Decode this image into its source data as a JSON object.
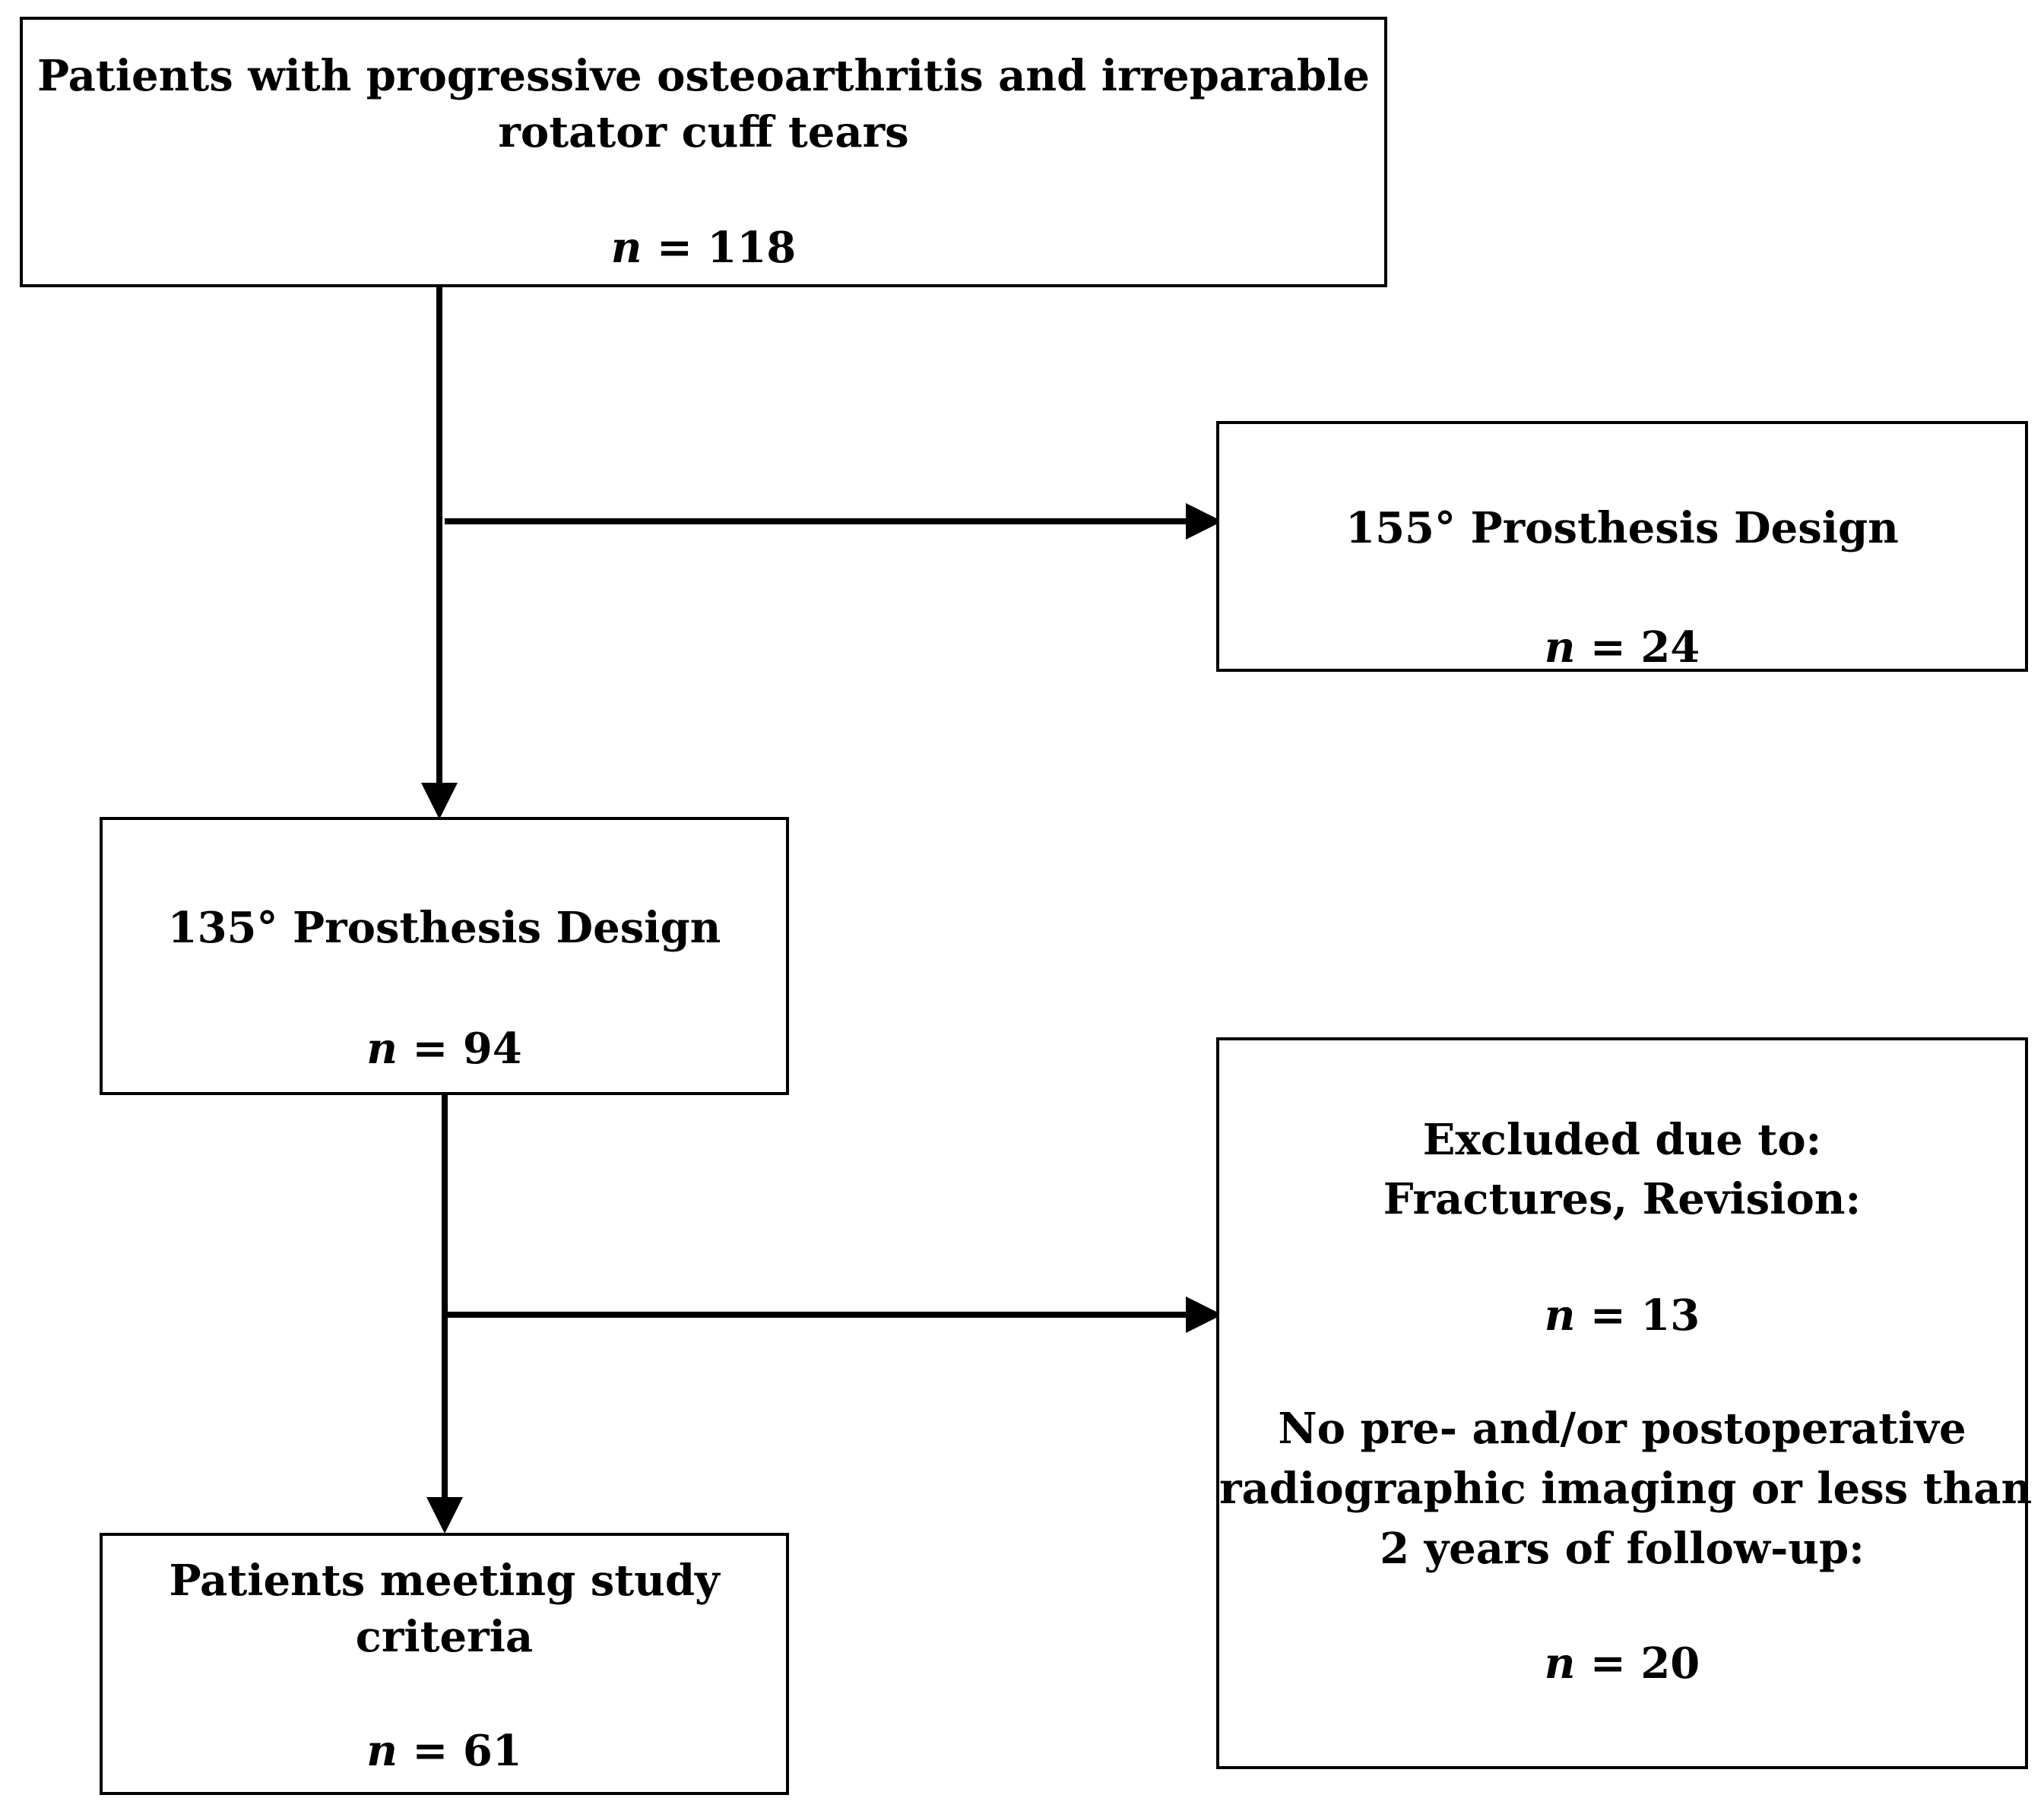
{
  "boxes": {
    "initial": {
      "title_line1": "Patients with progressive osteoarthritis and irreparable",
      "title_line2": "rotator cuff tears",
      "n_label": "n",
      "n_value": "= 118"
    },
    "design155": {
      "title": "155° Prosthesis Design",
      "n_label": "n",
      "n_value": "= 24"
    },
    "design135": {
      "title": "135° Prosthesis Design",
      "n_label": "n",
      "n_value": "= 94"
    },
    "excluded": {
      "header_line1": "Excluded due to:",
      "header_line2": "Fractures, Revision:",
      "n1_label": "n",
      "n1_value": "= 13",
      "reason_line1": "No pre- and/or postoperative",
      "reason_line2": "radiographic imaging or less than",
      "reason_line3": "2 years of follow-up:",
      "n2_label": "n",
      "n2_value": "= 20"
    },
    "final": {
      "title_line1": "Patients meeting study",
      "title_line2": "criteria",
      "n_label": "n",
      "n_value": "= 61"
    }
  }
}
